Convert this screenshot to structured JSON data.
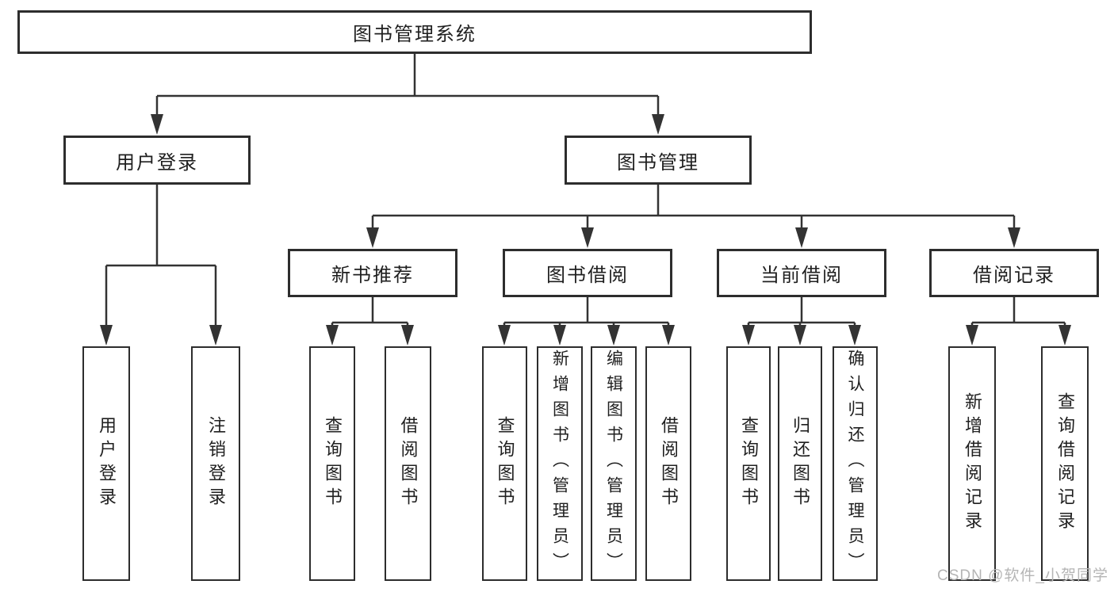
{
  "diagram": {
    "root": {
      "label": "图书管理系统",
      "children": [
        {
          "label": "用户登录",
          "children": [
            {
              "label": "用户登录"
            },
            {
              "label": "注销登录"
            }
          ]
        },
        {
          "label": "图书管理",
          "children": [
            {
              "label": "新书推荐",
              "children": [
                {
                  "label": "查询图书"
                },
                {
                  "label": "借阅图书"
                }
              ]
            },
            {
              "label": "图书借阅",
              "children": [
                {
                  "label": "查询图书"
                },
                {
                  "label": "新增图书（管理员）"
                },
                {
                  "label": "编辑图书（管理员）"
                },
                {
                  "label": "借阅图书"
                }
              ]
            },
            {
              "label": "当前借阅",
              "children": [
                {
                  "label": "查询图书"
                },
                {
                  "label": "归还图书"
                },
                {
                  "label": "确认归还（管理员）"
                }
              ]
            },
            {
              "label": "借阅记录",
              "children": [
                {
                  "label": "新增借阅记录"
                },
                {
                  "label": "查询借阅记录"
                }
              ]
            }
          ]
        }
      ]
    },
    "watermark": "CSDN @软件_小贺同学"
  },
  "colors": {
    "line": "#333333",
    "border": "#2d2d2d",
    "text": "#1f1f1f",
    "watermark": "#b5b5b5"
  }
}
